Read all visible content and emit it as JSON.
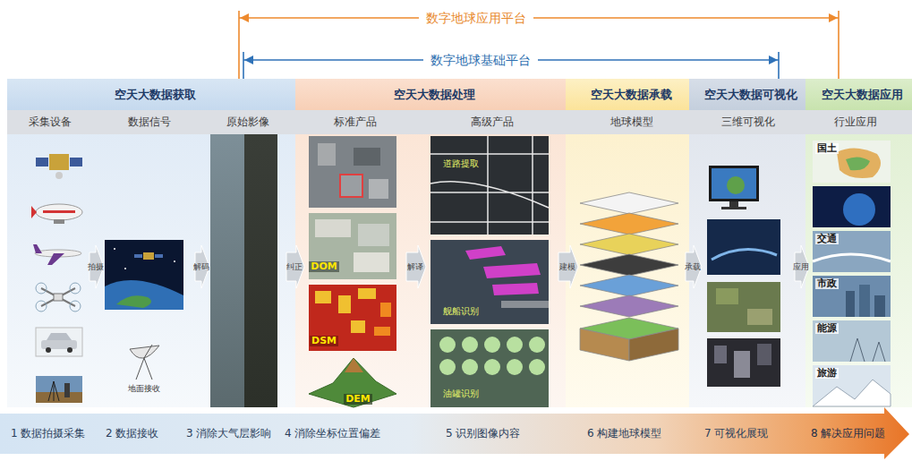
{
  "diagram": {
    "nodes": [
      {
        "text": [
          "空天大数据获取"
        ]
      },
      {
        "text": [
          "采集设备"
        ],
        "in": 0
      },
      {
        "text": [
          "数据信号"
        ],
        "in": 0
      },
      {
        "text": [
          "原始影像"
        ],
        "in": 0
      },
      {
        "text": [
          "空天大数据处理"
        ]
      },
      {
        "text": [
          "标准产品"
        ],
        "in": 4
      },
      {
        "text": [
          "高级产品"
        ],
        "in": 4
      },
      {
        "text": [
          "空天大数据承载"
        ]
      },
      {
        "text": [
          "地球模型"
        ],
        "in": 7
      },
      {
        "text": [
          "空天大数据可视化"
        ]
      },
      {
        "text": [
          "三维可视化"
        ],
        "in": 9
      },
      {
        "text": [
          "空天大数据应用"
        ]
      },
      {
        "text": [
          "行业应用"
        ],
        "in": 11
      }
    ],
    "edges": [
      {
        "from": 1,
        "to": 2,
        "label": "拍摄",
        "arrow": "to"
      },
      {
        "from": 2,
        "to": 3,
        "label": "解码",
        "arrow": "to"
      },
      {
        "from": 3,
        "to": 5,
        "label": "纠正",
        "arrow": "to"
      },
      {
        "from": 5,
        "to": 6,
        "label": "解译",
        "arrow": "to"
      },
      {
        "from": 6,
        "to": 8,
        "label": "建模",
        "arrow": "to"
      },
      {
        "from": 8,
        "to": 10,
        "label": "承载",
        "arrow": "to"
      },
      {
        "from": 10,
        "to": 12,
        "label": "应用",
        "arrow": "to"
      }
    ],
    "labels": [
      "数字地球应用平台",
      "数字地球基础平台",
      "地面接收",
      "DOM",
      "DSM",
      "DEM",
      "道路提取",
      "舰船识别",
      "油罐识别",
      "国土",
      "交通",
      "市政",
      "能源",
      "旅游",
      "1 数据拍摄采集",
      "2 数据接收",
      "3 消除大气层影响",
      "4 消除坐标位置偏差",
      "5 识别图像内容",
      "6 构建地球模型",
      "7 可视化展现",
      "8 解决应用问题"
    ]
  }
}
